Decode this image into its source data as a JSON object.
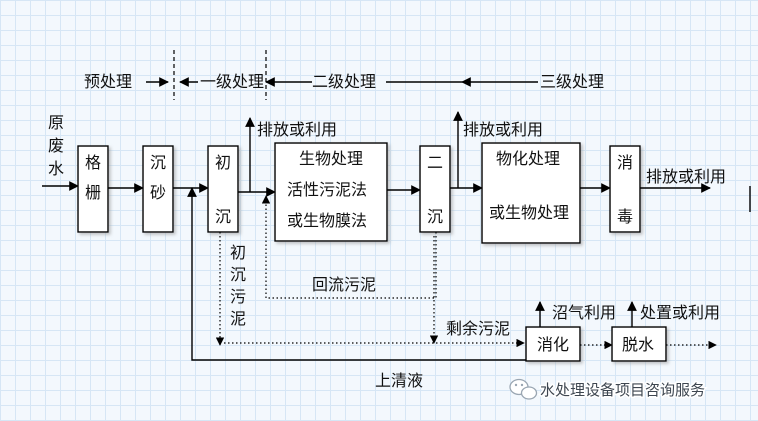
{
  "stages": {
    "pre": "预处理",
    "first": "一级处理",
    "second": "二级处理",
    "third": "三级处理"
  },
  "inputs": {
    "raw_water": [
      "原",
      "废",
      "水"
    ]
  },
  "units": {
    "screen": [
      "格",
      "栅"
    ],
    "grit": [
      "沉",
      "砂"
    ],
    "primary": [
      "初",
      "沉"
    ],
    "bio": [
      "生物处理",
      "活性污泥法",
      "或生物膜法"
    ],
    "secondary": [
      "二",
      "沉"
    ],
    "physchem": [
      "物化处理",
      "或生物处理"
    ],
    "disinfect": [
      "消",
      "毒"
    ],
    "digest": "消化",
    "dewater": "脱水"
  },
  "labels": {
    "discharge": "排放或利用",
    "return_sludge": "回流污泥",
    "primary_sludge": [
      "初",
      "沉",
      "污",
      "泥"
    ],
    "excess_sludge": "剩余污泥",
    "biogas": "沼气利用",
    "disposal": "处置或利用",
    "supernatant": "上清液"
  },
  "watermark": "水处理设备项目咨询服务",
  "colors": {
    "line": "#000000",
    "grid": "#d6e6f5",
    "background": "#f3f8fd"
  }
}
